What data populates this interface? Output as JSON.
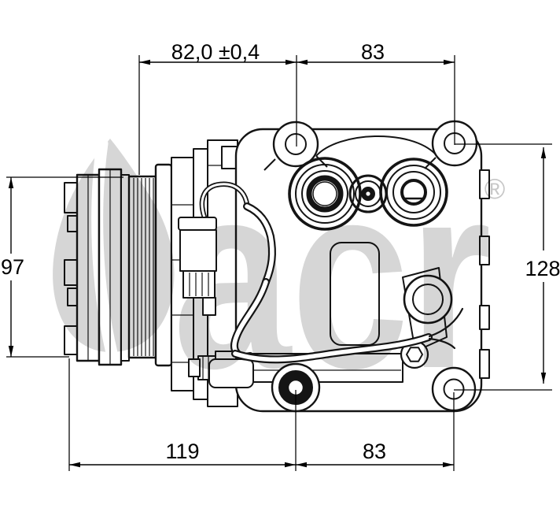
{
  "drawing": {
    "subject": "ac-compressor-side-view-technical-drawing",
    "background": "#ffffff",
    "line_color": "#141414",
    "dimensions": {
      "top_left_width": "82,0 ±0,4",
      "top_right_width": "83",
      "left_height": "97",
      "right_height": "128",
      "bottom_left_width": "119",
      "bottom_right_width": "83"
    },
    "watermark": {
      "brand": "acr",
      "registered_mark": "®",
      "color": "#d6d6d6"
    }
  }
}
